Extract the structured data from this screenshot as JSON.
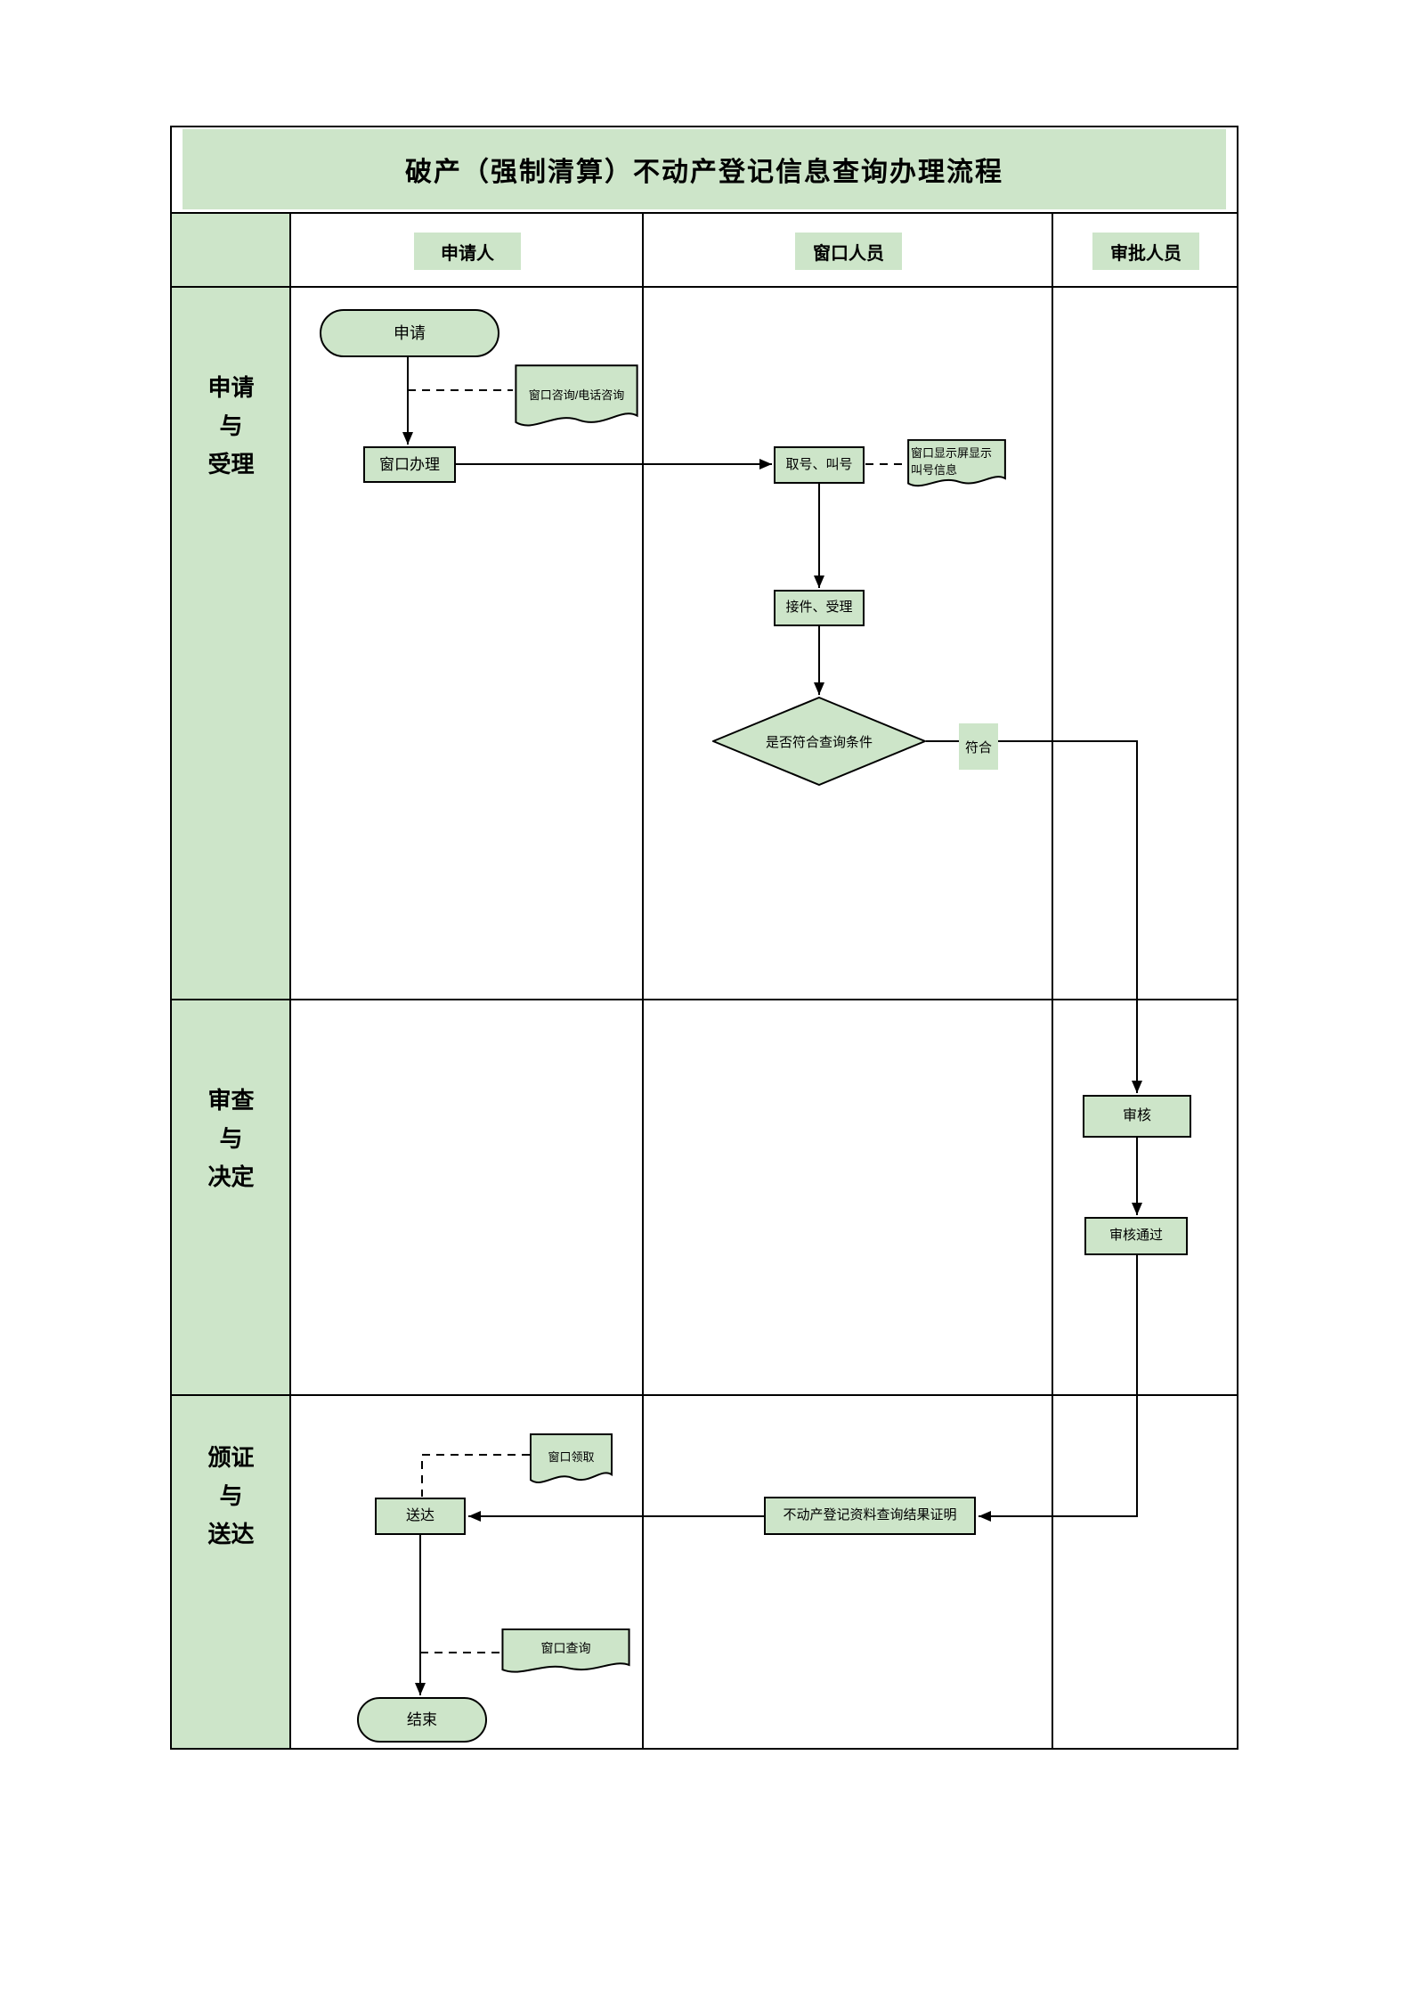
{
  "diagram": {
    "title": "破产（强制清算）不动产登记信息查询办理流程",
    "colors": {
      "node_fill": "#cde5c9",
      "border": "#000000",
      "background": "#ffffff"
    },
    "lanes": {
      "columns": [
        "申请人",
        "窗口人员",
        "审批人员"
      ],
      "rows": [
        [
          "申请",
          "与",
          "受理"
        ],
        [
          "审查",
          "与",
          "决定"
        ],
        [
          "颁证",
          "与",
          "送达"
        ]
      ]
    },
    "nodes": {
      "apply": "申请",
      "consult_doc": "窗口咨询/电话咨询",
      "window_handle": "窗口办理",
      "take_number": "取号、叫号",
      "display_doc": "窗口显示屏显示叫号信息",
      "accept": "接件、受理",
      "decision": "是否符合查询条件",
      "branch_label": "符合",
      "review": "审核",
      "review_pass": "审核通过",
      "pickup_doc": "窗口领取",
      "deliver": "送达",
      "certificate": "不动产登记资料查询结果证明",
      "query_doc": "窗口查询",
      "end": "结束"
    }
  }
}
